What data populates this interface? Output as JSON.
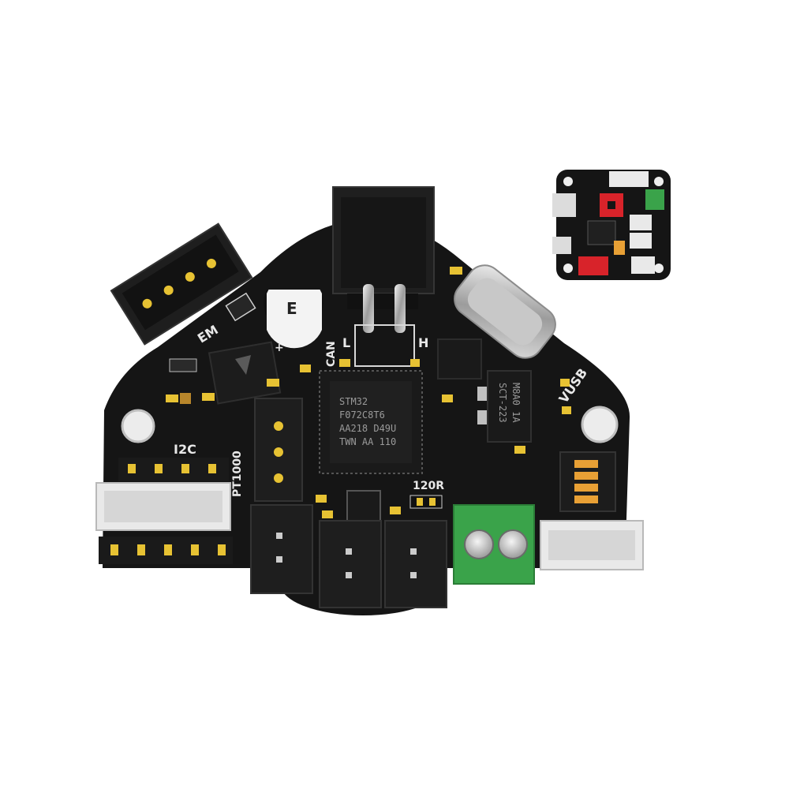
{
  "labels": {
    "i2c": "I2C",
    "pt1000": "PT1000",
    "can": "CAN",
    "l": "L",
    "h": "H",
    "vusb": "VUSB",
    "r120": "120R",
    "em": "EM",
    "plus": "+",
    "cap": "E"
  },
  "chip": {
    "line1": "STM32",
    "line2": "F072C8T6",
    "line3": "AA218 D49U",
    "line4": "TWN AA 110"
  },
  "regulator": {
    "line1": "SCT-223",
    "line2": "M8A0 1A"
  },
  "colors": {
    "pcb": "#151515",
    "connector": "#1e1e1e",
    "terminal": "#3aa34a",
    "header_red": "#d8232a",
    "gold": "#e7c233"
  }
}
